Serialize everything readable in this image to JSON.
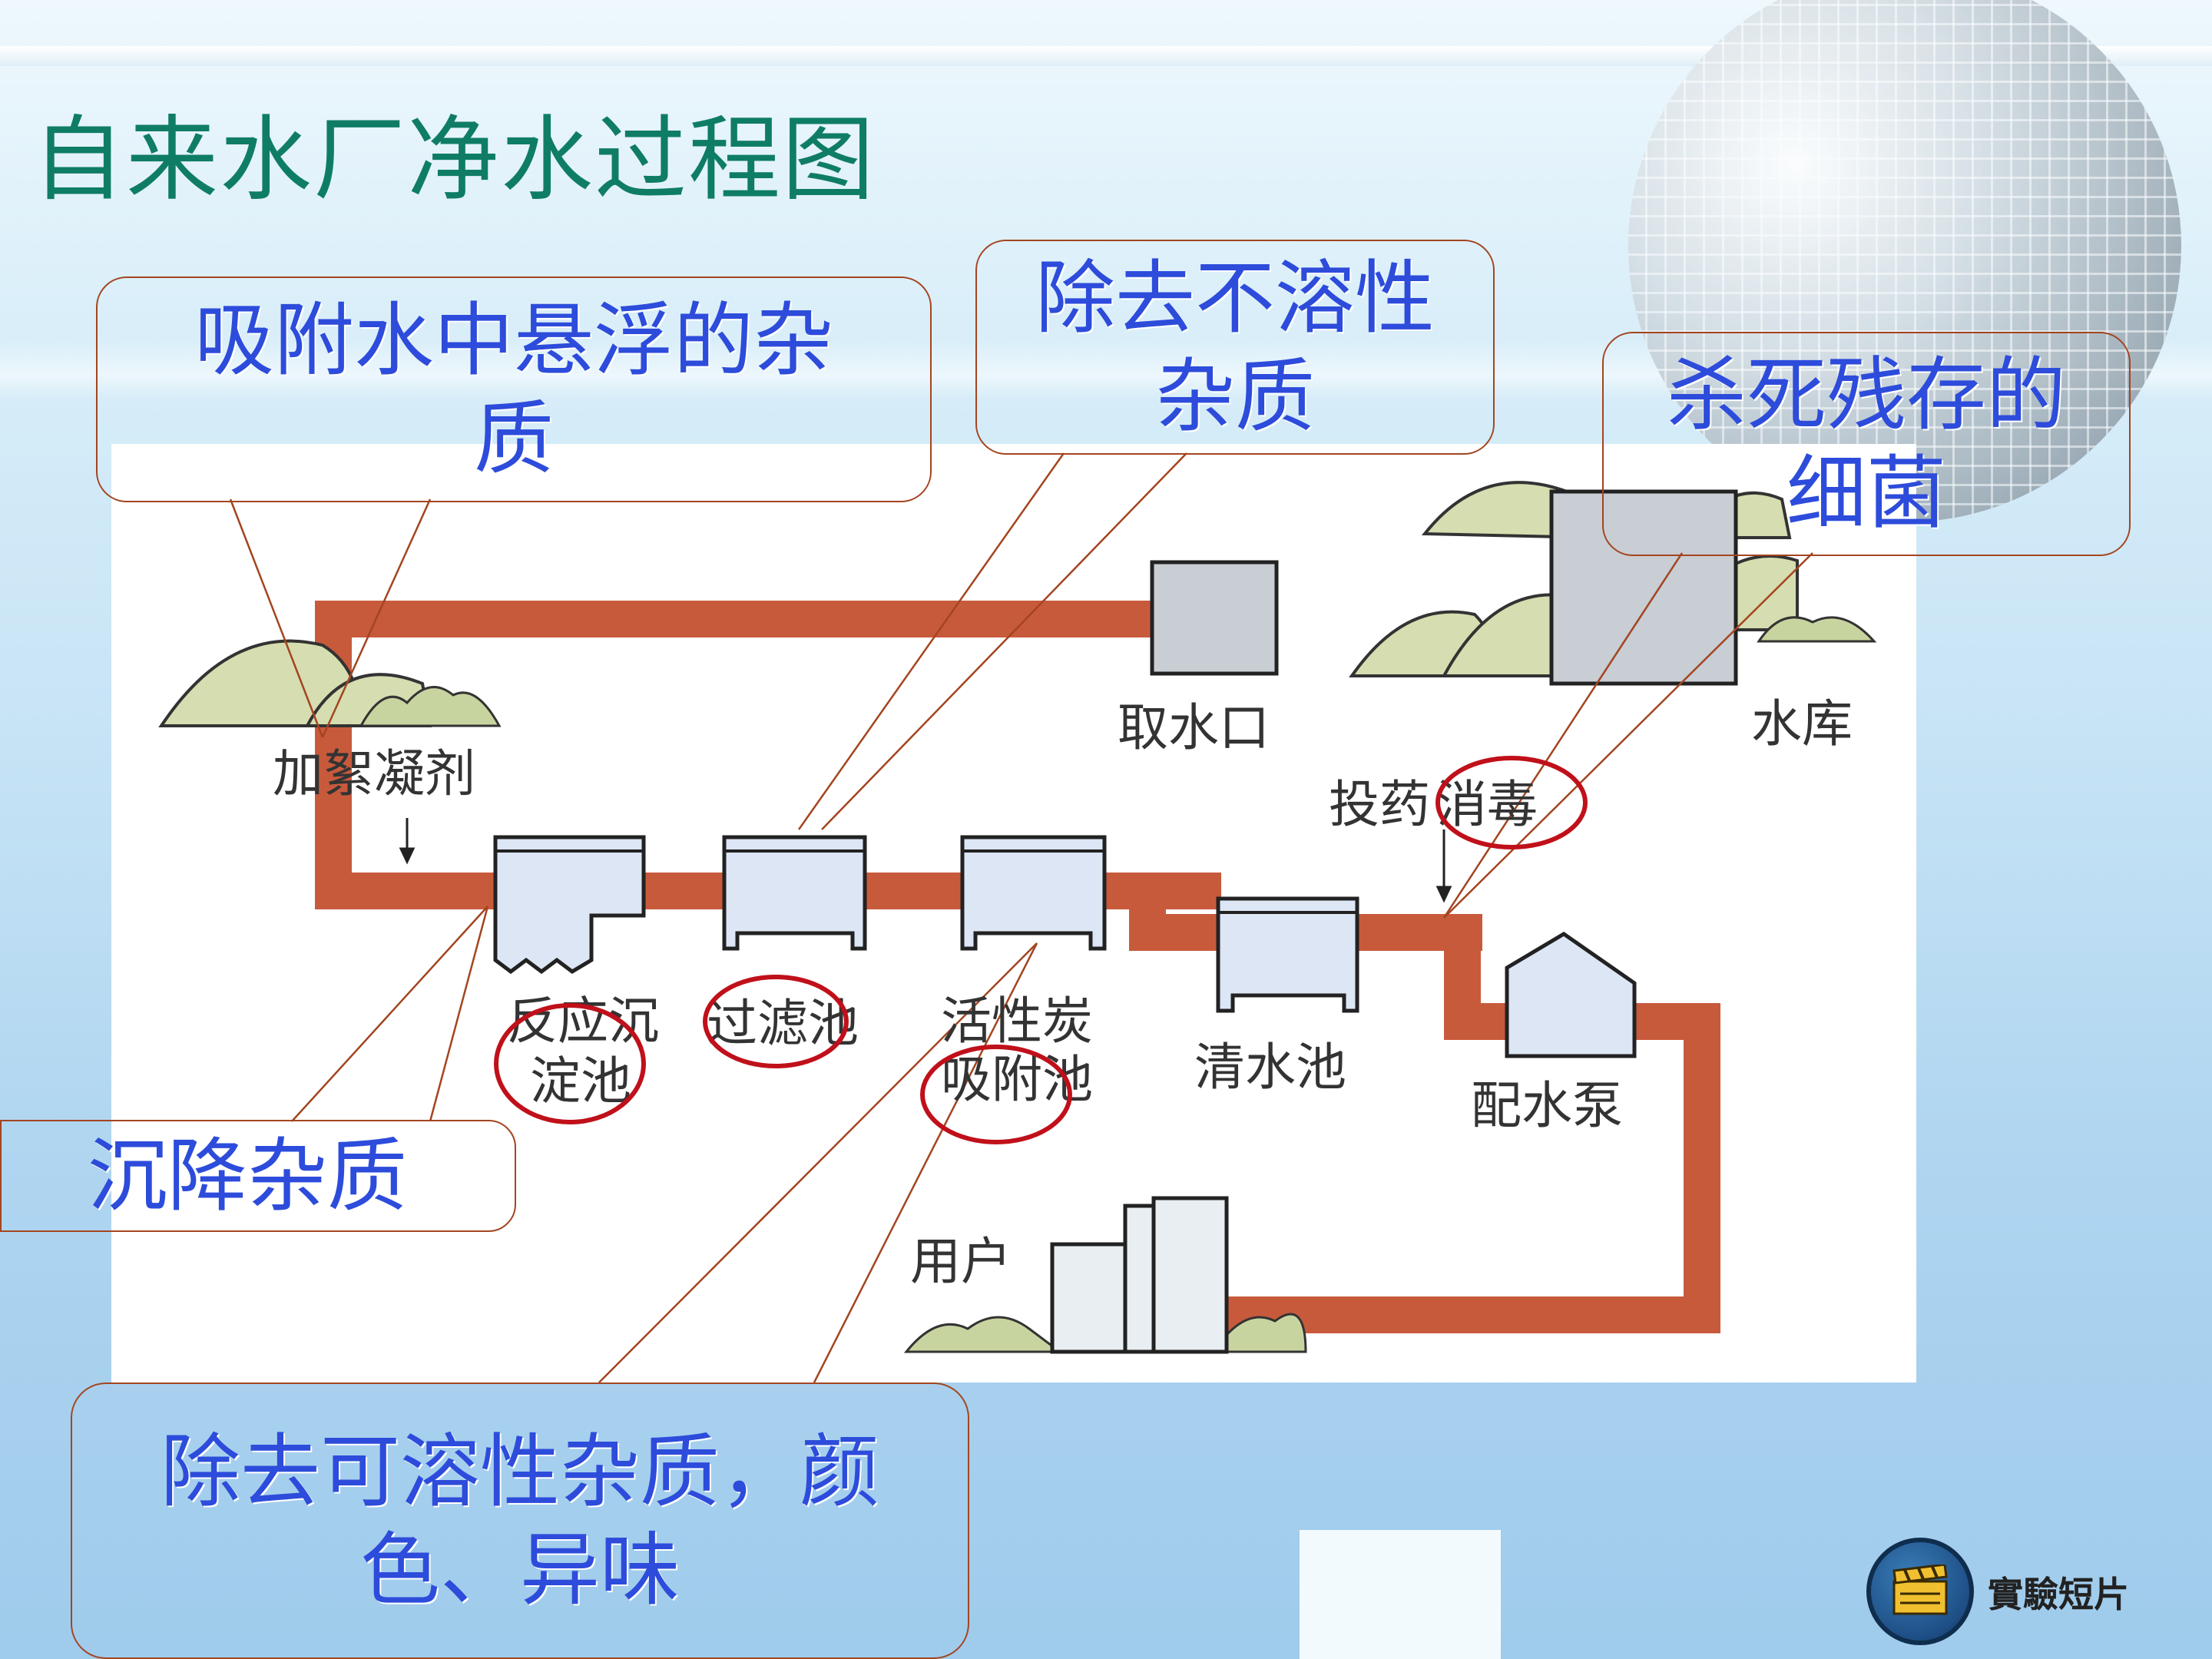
{
  "slide": {
    "title": "自来水厂净水过程图"
  },
  "diagram": {
    "labels": {
      "flocculant": "加絮凝剂",
      "intake": "取水口",
      "reservoir": "水库",
      "dosing": "投药",
      "disinfection": "消毒",
      "reaction_tank_line1": "反应沉",
      "reaction_tank_line2": "淀池",
      "filter_tank": "过滤池",
      "carbon_line1": "活性炭",
      "carbon_line2": "吸附池",
      "clear_water": "清水池",
      "pump": "配水泵",
      "user": "用户"
    },
    "callouts": {
      "adsorb_line1": "吸附水中悬浮的杂",
      "adsorb_line2": "质",
      "insoluble_line1": "除去不溶性",
      "insoluble_line2": "杂质",
      "bacteria_line1": "杀死残存的",
      "bacteria_line2": "细菌",
      "settle": "沉降杂质",
      "soluble_line1": "除去可溶性杂质，颜",
      "soluble_line2": "色、异味"
    },
    "colors": {
      "pipe": "#c85a3c",
      "tank_fill": "#dde6f5",
      "hill": "#d6ddb0",
      "circle": "#c0101a",
      "callout_text": "#2d4cdb",
      "title": "#0f7d66"
    }
  },
  "footer": {
    "video_badge_label": "實驗短片"
  }
}
